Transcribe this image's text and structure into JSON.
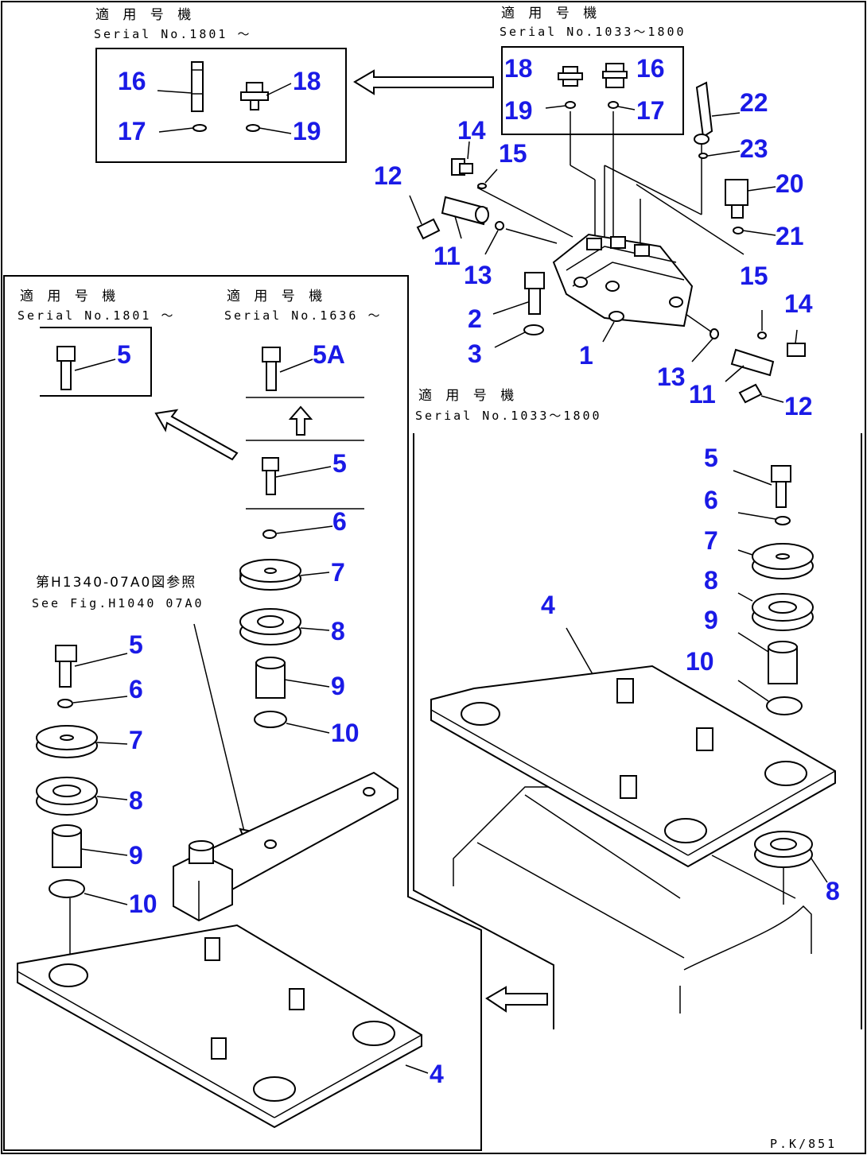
{
  "serial_blocks": {
    "top_left": {
      "jp": "適 用 号 機",
      "serial": "Serial No.1801 ～"
    },
    "top_right": {
      "jp": "適 用 号 機",
      "serial": "Serial No.1033～1800"
    },
    "mid_left": {
      "jp": "適 用 号 機",
      "serial": "Serial No.1801 ～"
    },
    "mid_center": {
      "jp": "適 用 号 機",
      "serial": "Serial No.1636 ～"
    },
    "lower_right": {
      "jp": "適 用 号 機",
      "serial": "Serial No.1033～1800"
    }
  },
  "reference": {
    "jp": "第H1340-07A0図参照",
    "en": "See Fig.H1040 07A0"
  },
  "footer_code": "P.K/851",
  "callouts": {
    "c16a": "16",
    "c18a": "18",
    "c17a": "17",
    "c19a": "19",
    "c18b": "18",
    "c16b": "16",
    "c19b": "19",
    "c17b": "17",
    "c22": "22",
    "c23": "23",
    "c20": "20",
    "c21": "21",
    "c14a": "14",
    "c15a": "15",
    "c12a": "12",
    "c11a": "11",
    "c13a": "13",
    "c2": "2",
    "c3": "3",
    "c1": "1",
    "c15b": "15",
    "c14b": "14",
    "c13b": "13",
    "c11b": "11",
    "c12b": "12",
    "m5": "5",
    "m5A": "5A",
    "m5b": "5",
    "m6": "6",
    "m7": "7",
    "m8": "8",
    "m9": "9",
    "m10": "10",
    "l5": "5",
    "l6": "6",
    "l7": "7",
    "l8": "8",
    "l9": "9",
    "l10": "10",
    "l4": "4",
    "r5": "5",
    "r6": "6",
    "r7": "7",
    "r8": "8",
    "r9": "9",
    "r10": "10",
    "r4": "4",
    "r8b": "8"
  }
}
